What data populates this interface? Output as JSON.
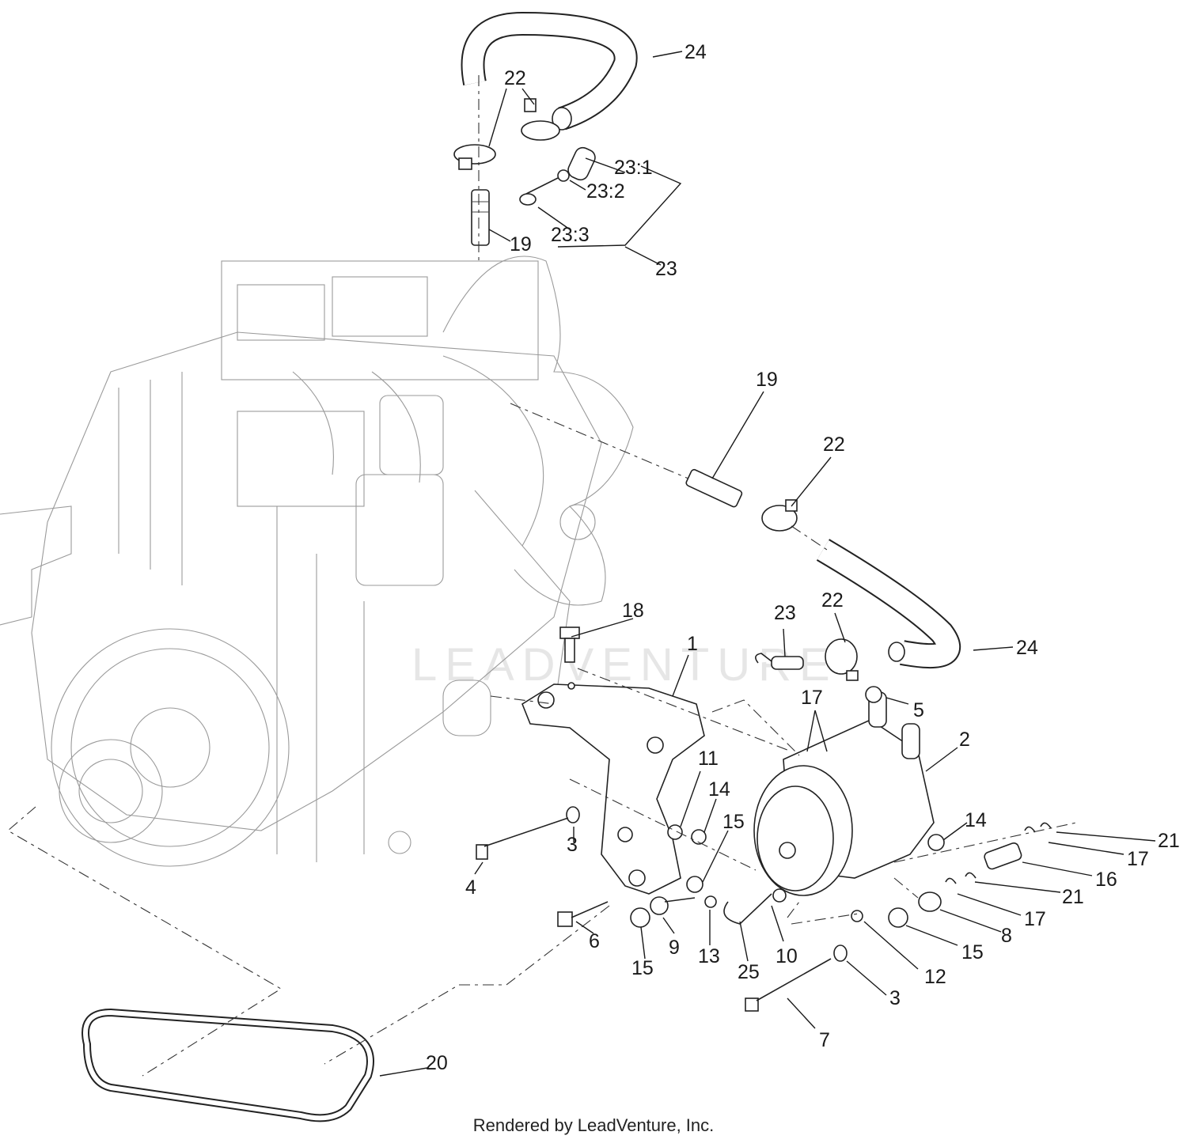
{
  "diagram": {
    "credit": "Rendered by LeadVenture, Inc.",
    "watermark": "LEADVENTURE",
    "callouts": {
      "c24a": "24",
      "c22a": "22",
      "c23_1": "23:1",
      "c23_2": "23:2",
      "c23_3": "23:3",
      "c19a": "19",
      "c23a": "23",
      "c19b": "19",
      "c22b": "22",
      "c18": "18",
      "c1": "1",
      "c23b": "23",
      "c22c": "22",
      "c24b": "24",
      "c17a": "17",
      "c5": "5",
      "c2": "2",
      "c11": "11",
      "c14a": "14",
      "c15a": "15",
      "c14b": "14",
      "c21a": "21",
      "c17b": "17",
      "c16": "16",
      "c3a": "3",
      "c4": "4",
      "c21b": "21",
      "c17c": "17",
      "c6": "6",
      "c9": "9",
      "c13": "13",
      "c10": "10",
      "c8": "8",
      "c15b": "15",
      "c15c": "15",
      "c25": "25",
      "c12": "12",
      "c3b": "3",
      "c7": "7",
      "c20": "20"
    }
  }
}
